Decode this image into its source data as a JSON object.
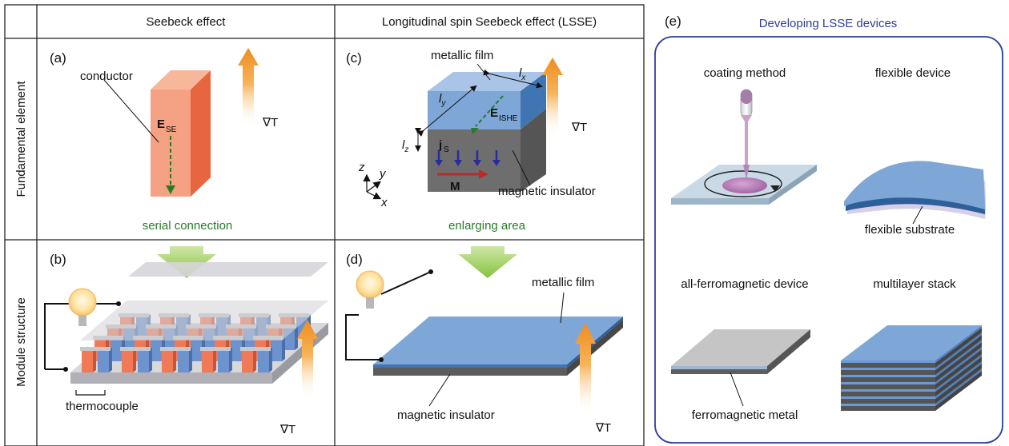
{
  "table": {
    "col_headers": [
      "Seebeck effect",
      "Longitudinal spin Seebeck effect (LSSE)"
    ],
    "row_headers": [
      "Fundamental element",
      "Module structure"
    ]
  },
  "panels": {
    "a": {
      "label": "(a)",
      "conductor": "conductor",
      "field": "E",
      "field_sub": "SE",
      "gradient": "∇T"
    },
    "b": {
      "label": "(b)",
      "thermocouple": "thermocouple",
      "gradient": "∇T"
    },
    "c": {
      "label": "(c)",
      "metallic_film": "metallic film",
      "lx": "l",
      "lx_sub": "x",
      "ly": "l",
      "ly_sub": "y",
      "lz": "l",
      "lz_sub": "z",
      "field": "E",
      "field_sub": "ISHE",
      "js": "j",
      "js_sub": "S",
      "magnetization": "M",
      "magnetic_insulator": "magnetic insulator",
      "gradient": "∇T",
      "axis_z": "z",
      "axis_y": "y",
      "axis_x": "x"
    },
    "d": {
      "label": "(d)",
      "metallic_film": "metallic film",
      "magnetic_insulator": "magnetic insulator",
      "gradient": "∇T"
    },
    "e": {
      "label": "(e)",
      "title": "Developing LSSE devices",
      "coating": "coating method",
      "flexible": "flexible device",
      "flex_sub": "flexible substrate",
      "allferro": "all-ferromagnetic device",
      "ferro_metal": "ferromagnetic metal",
      "multilayer": "multilayer stack"
    }
  },
  "transitions": {
    "serial": "serial connection",
    "enlarging": "enlarging area"
  },
  "colors": {
    "conductor_front": "#f4a184",
    "conductor_side": "#e8663f",
    "film": "#7ea6d6",
    "insulator": "#666666",
    "green_text": "#2a7a2a",
    "blue_title": "#2f3c9e",
    "arrow_orange": "#f29a2e"
  }
}
